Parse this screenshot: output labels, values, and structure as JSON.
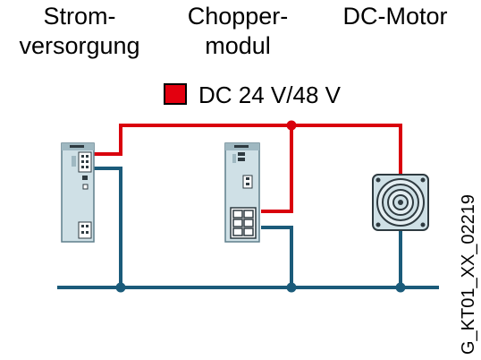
{
  "labels": {
    "power_supply": [
      "Strom-",
      "versorgung"
    ],
    "chopper_module": [
      "Chopper-",
      "modul"
    ],
    "dc_motor": "DC-Motor"
  },
  "legend": {
    "text": "DC 24 V/48 V",
    "color": "#e3000f"
  },
  "figure_id": "G_KT01_XX_02219",
  "colors": {
    "dc_line": "#d9000d",
    "ground_line": "#1b5b7a",
    "device_body": "#cfe0e6",
    "device_dark": "#2e3a40"
  }
}
